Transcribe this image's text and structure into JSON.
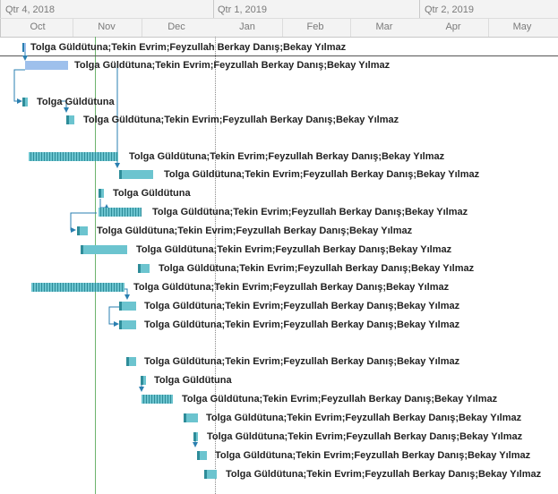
{
  "timescale": {
    "quarters": [
      {
        "label": "Qtr 4, 2018"
      },
      {
        "label": "Qtr 1, 2019"
      },
      {
        "label": "Qtr 2, 2019"
      }
    ],
    "months": [
      "Oct",
      "Nov",
      "Dec",
      "Jan",
      "Feb",
      "Mar",
      "Apr",
      "May"
    ]
  },
  "names": {
    "team": "Tolga Güldütuna;Tekin Evrim;Feyzullah Berkay Danış;Bekay Yılmaz",
    "single": "Tolga Güldütuna"
  },
  "colors": {
    "bar_fill": "#6cc4cf",
    "bar_dark": "#2e8c99",
    "summary_selected": "#9ec0ec",
    "link": "#2a7fb0",
    "today_line": "#6db36d",
    "status_line": "#8a8a8a"
  },
  "tasks": [
    {
      "label_key": "team",
      "kind": "milestone"
    },
    {
      "label_key": "team",
      "kind": "summary-selected"
    },
    {
      "label_key": "single",
      "kind": "task"
    },
    {
      "label_key": "team",
      "kind": "task"
    },
    {
      "label_key": "team",
      "kind": "progress"
    },
    {
      "label_key": "team",
      "kind": "task"
    },
    {
      "label_key": "single",
      "kind": "task"
    },
    {
      "label_key": "team",
      "kind": "progress"
    },
    {
      "label_key": "team",
      "kind": "task"
    },
    {
      "label_key": "team",
      "kind": "task"
    },
    {
      "label_key": "team",
      "kind": "task"
    },
    {
      "label_key": "team",
      "kind": "progress"
    },
    {
      "label_key": "team",
      "kind": "task"
    },
    {
      "label_key": "team",
      "kind": "task"
    },
    {
      "label_key": "team",
      "kind": "task"
    },
    {
      "label_key": "single",
      "kind": "task"
    },
    {
      "label_key": "team",
      "kind": "progress"
    },
    {
      "label_key": "team",
      "kind": "task"
    },
    {
      "label_key": "team",
      "kind": "task"
    },
    {
      "label_key": "team",
      "kind": "task"
    },
    {
      "label_key": "team",
      "kind": "task"
    }
  ]
}
